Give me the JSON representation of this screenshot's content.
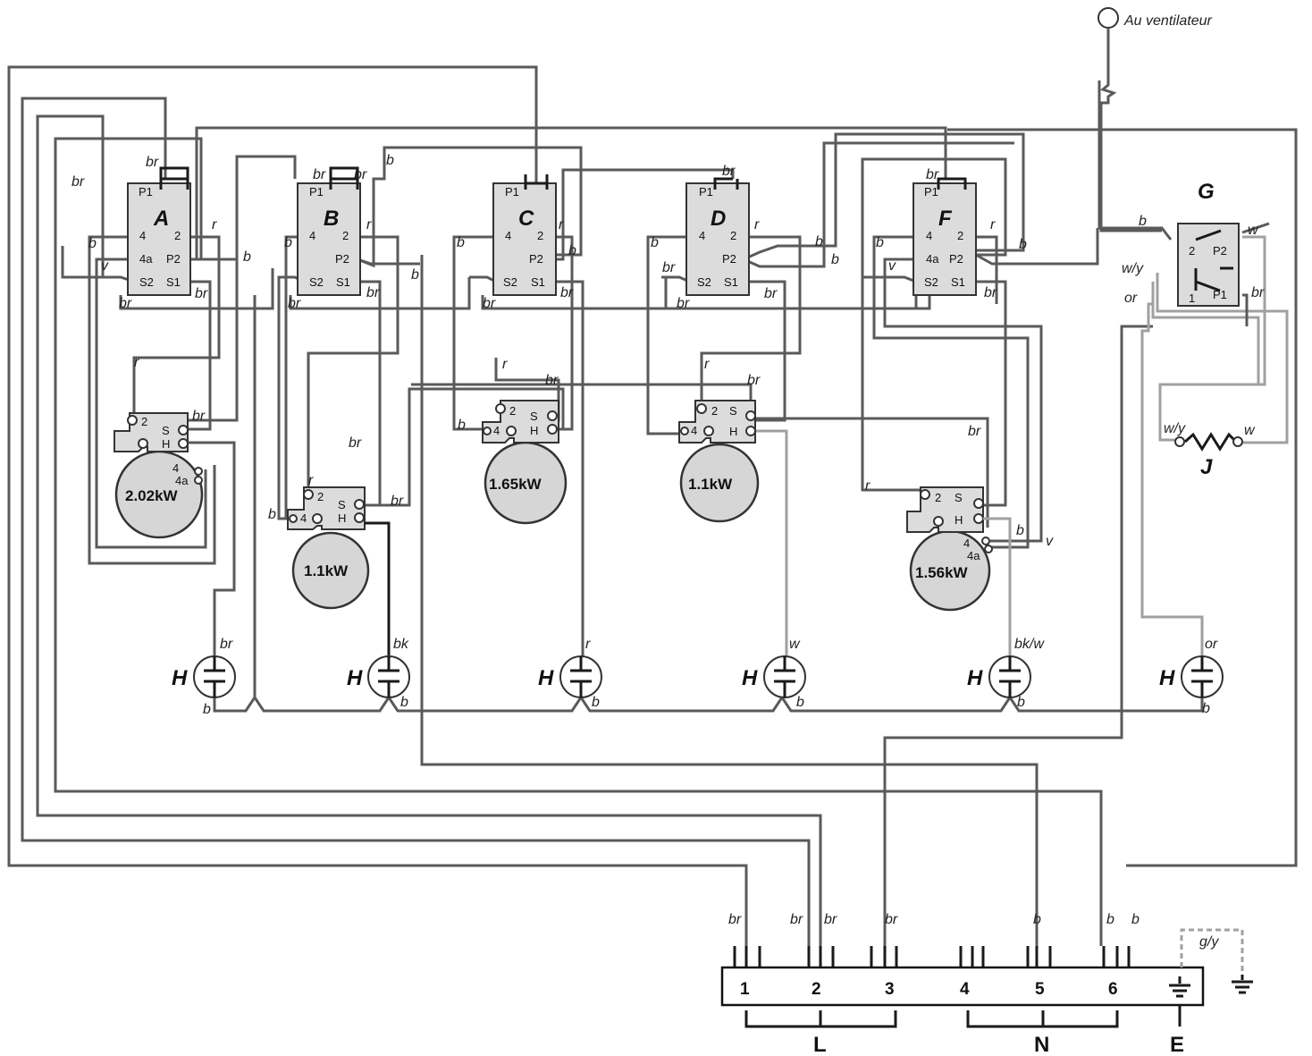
{
  "fan_label": "Au ventilateur",
  "switches": [
    {
      "id": "A",
      "pins": {
        "p1": "P1",
        "four": "4",
        "four_a": "4a",
        "s2": "S2",
        "two": "2",
        "p2": "P2",
        "s1": "S1"
      }
    },
    {
      "id": "B",
      "pins": {
        "p1": "P1",
        "four": "4",
        "s2": "S2",
        "two": "2",
        "p2": "P2",
        "s1": "S1"
      }
    },
    {
      "id": "C",
      "pins": {
        "p1": "P1",
        "four": "4",
        "s2": "S2",
        "two": "2",
        "p2": "P2",
        "s1": "S1"
      }
    },
    {
      "id": "D",
      "pins": {
        "p1": "P1",
        "four": "4",
        "s2": "S2",
        "two": "2",
        "p2": "P2",
        "s1": "S1"
      }
    },
    {
      "id": "F",
      "pins": {
        "p1": "P1",
        "four": "4",
        "four_a": "4a",
        "s2": "S2",
        "two": "2",
        "p2": "P2",
        "s1": "S1"
      }
    }
  ],
  "switch_g": {
    "id": "G",
    "pins": {
      "two": "2",
      "p2": "P2",
      "one": "1",
      "p1": "P1"
    }
  },
  "element_j": {
    "id": "J",
    "left": "w/y",
    "right": "w"
  },
  "plates": [
    {
      "power": "2.02kW",
      "pins": {
        "two": "2",
        "s": "S",
        "h": "H",
        "four": "4",
        "four_a": "4a"
      }
    },
    {
      "power": "1.1kW",
      "pins": {
        "two": "2",
        "s": "S",
        "h": "H",
        "four": "4"
      }
    },
    {
      "power": "1.65kW",
      "pins": {
        "two": "2",
        "s": "S",
        "h": "H",
        "four": "4"
      }
    },
    {
      "power": "1.1kW",
      "pins": {
        "two": "2",
        "s": "S",
        "h": "H",
        "four": "4"
      }
    },
    {
      "power": "1.56kW",
      "pins": {
        "two": "2",
        "s": "S",
        "h": "H",
        "four": "4",
        "four_a": "4a"
      }
    }
  ],
  "lamp_label": "H",
  "lamps": [
    {
      "top": "br",
      "bottom": "b"
    },
    {
      "top": "bk",
      "bottom": "b"
    },
    {
      "top": "r",
      "bottom": "b"
    },
    {
      "top": "w",
      "bottom": "b"
    },
    {
      "top": "bk/w",
      "bottom": "b"
    },
    {
      "top": "or",
      "bottom": "b"
    }
  ],
  "terminal_block": {
    "numbers": [
      "1",
      "2",
      "3",
      "4",
      "5",
      "6"
    ],
    "wire_labels": [
      "br",
      "br",
      "br",
      "br",
      "b",
      "b",
      "b"
    ],
    "earth_wire": "g/y",
    "groups": [
      "L",
      "N",
      "E"
    ]
  },
  "wire_labels": {
    "br": "br",
    "b": "b",
    "r": "r",
    "v": "v",
    "w": "w",
    "wy": "w/y",
    "or": "or"
  }
}
